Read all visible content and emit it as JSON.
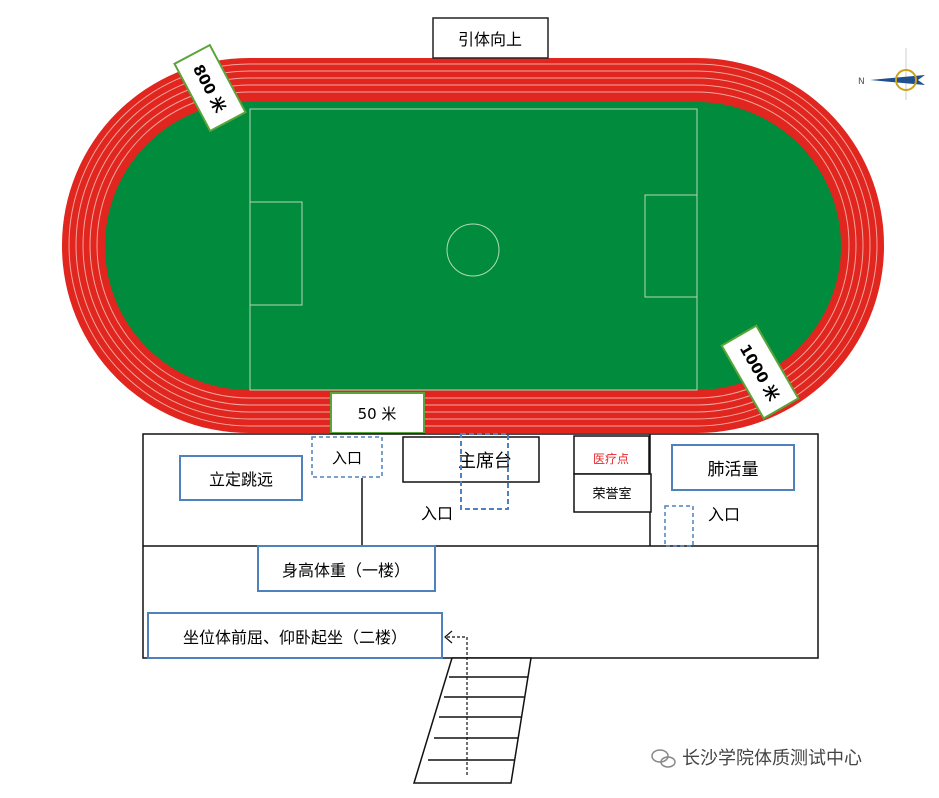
{
  "labels": {
    "pullup": "引体向上",
    "run800": "800 米",
    "run1000": "1000 米",
    "run50": "50 米",
    "long_jump": "立定跳远",
    "entrance_1": "入口",
    "entrance_2": "入口",
    "entrance_3": "入口",
    "main_stand": "主席台",
    "medical": "医疗点",
    "honor_room": "荣誉室",
    "lung_capacity": "肺活量",
    "height_weight": "身高体重（一楼）",
    "sit_reach_situps": "坐位体前屈、仰卧起坐（二楼）",
    "compass_n": "N"
  },
  "watermark": "长沙学院体质测试中心",
  "colors": {
    "track": "#e0261f",
    "field": "#008c3c",
    "label_border_green": "#5aa43a",
    "label_border_blue": "#4f81bd",
    "medical": "#e8262a"
  }
}
